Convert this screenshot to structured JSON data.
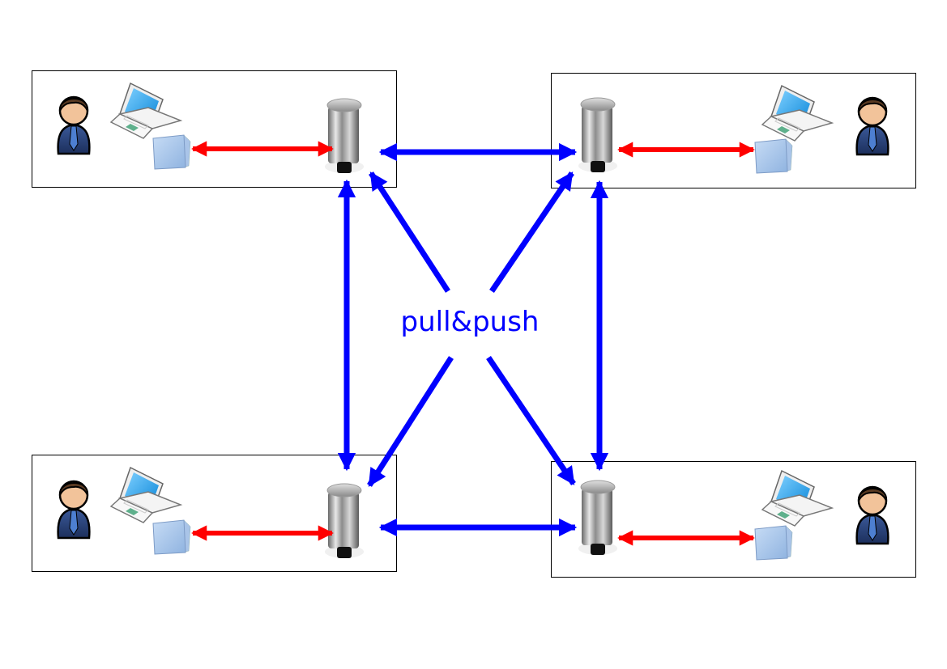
{
  "diagram": {
    "type": "distributed-repository-sync",
    "center_label": "pull&push",
    "colors": {
      "sync_arrow": "#0000ff",
      "local_arrow": "#ff0000",
      "label": "#0000ff",
      "box_border": "#000000"
    },
    "nodes": [
      {
        "id": "tl",
        "position": "top-left",
        "elements": [
          "user-icon",
          "laptop-icon",
          "folder-icon",
          "repository-icon"
        ]
      },
      {
        "id": "tr",
        "position": "top-right",
        "elements": [
          "repository-icon",
          "folder-icon",
          "laptop-icon",
          "user-icon"
        ]
      },
      {
        "id": "bl",
        "position": "bottom-left",
        "elements": [
          "user-icon",
          "laptop-icon",
          "folder-icon",
          "repository-icon"
        ]
      },
      {
        "id": "br",
        "position": "bottom-right",
        "elements": [
          "repository-icon",
          "folder-icon",
          "laptop-icon",
          "user-icon"
        ]
      }
    ],
    "edges": [
      {
        "from": "tl-working-copy",
        "to": "tl-repository",
        "kind": "local",
        "direction": "bidirectional"
      },
      {
        "from": "tr-working-copy",
        "to": "tr-repository",
        "kind": "local",
        "direction": "bidirectional"
      },
      {
        "from": "bl-working-copy",
        "to": "bl-repository",
        "kind": "local",
        "direction": "bidirectional"
      },
      {
        "from": "br-working-copy",
        "to": "br-repository",
        "kind": "local",
        "direction": "bidirectional"
      },
      {
        "from": "tl-repository",
        "to": "tr-repository",
        "kind": "sync",
        "direction": "bidirectional"
      },
      {
        "from": "bl-repository",
        "to": "br-repository",
        "kind": "sync",
        "direction": "bidirectional"
      },
      {
        "from": "tl-repository",
        "to": "bl-repository",
        "kind": "sync",
        "direction": "bidirectional"
      },
      {
        "from": "tr-repository",
        "to": "br-repository",
        "kind": "sync",
        "direction": "bidirectional"
      },
      {
        "from": "tl-repository",
        "to": "br-repository",
        "kind": "sync",
        "direction": "bidirectional",
        "via_label": true
      },
      {
        "from": "tr-repository",
        "to": "bl-repository",
        "kind": "sync",
        "direction": "bidirectional",
        "via_label": true
      }
    ]
  }
}
